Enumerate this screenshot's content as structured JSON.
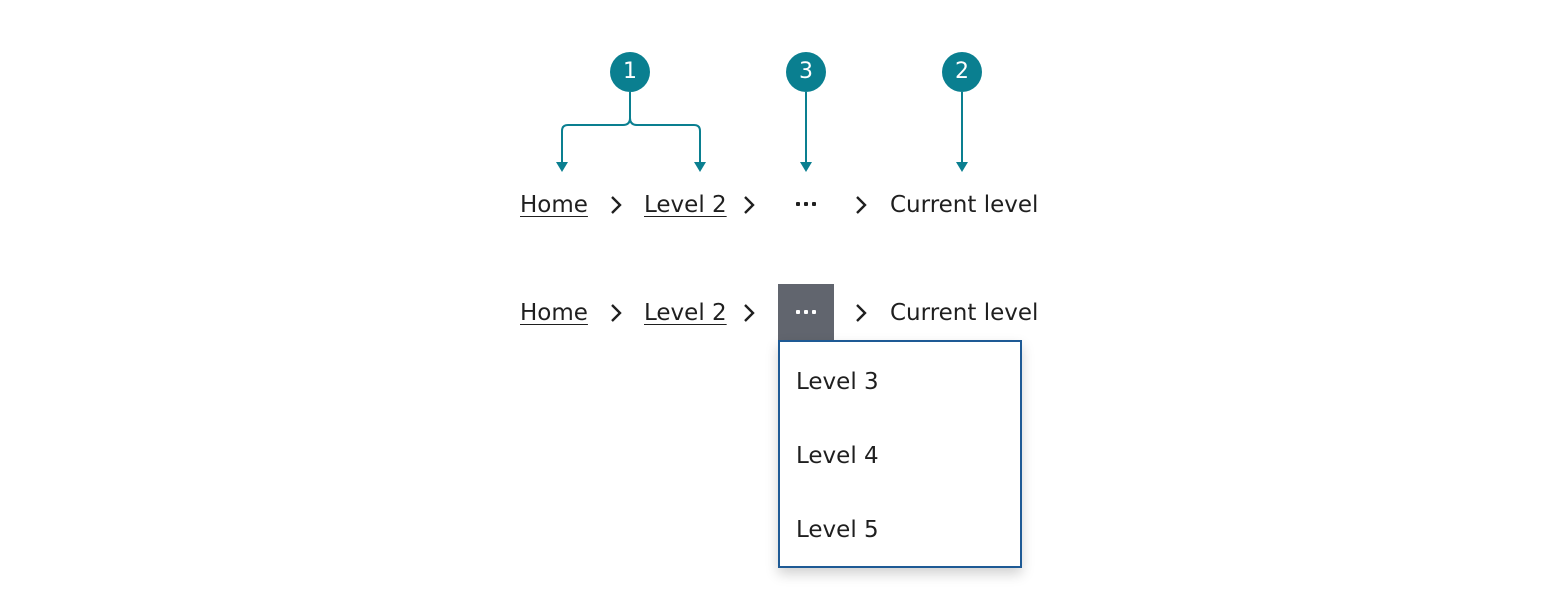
{
  "callouts": {
    "badge_1": "1",
    "badge_2": "2",
    "badge_3": "3",
    "color": "#0a7f90"
  },
  "breadcrumb_top": {
    "home": "Home",
    "level2": "Level 2",
    "current": "Current level"
  },
  "breadcrumb_bottom": {
    "home": "Home",
    "level2": "Level 2",
    "current": "Current level"
  },
  "dropdown": {
    "items": [
      "Level 3",
      "Level 4",
      "Level 5"
    ],
    "border_color": "#1e5a95"
  },
  "colors": {
    "ellipsis_active_bg": "#61656e",
    "text": "#1f1f1f"
  }
}
